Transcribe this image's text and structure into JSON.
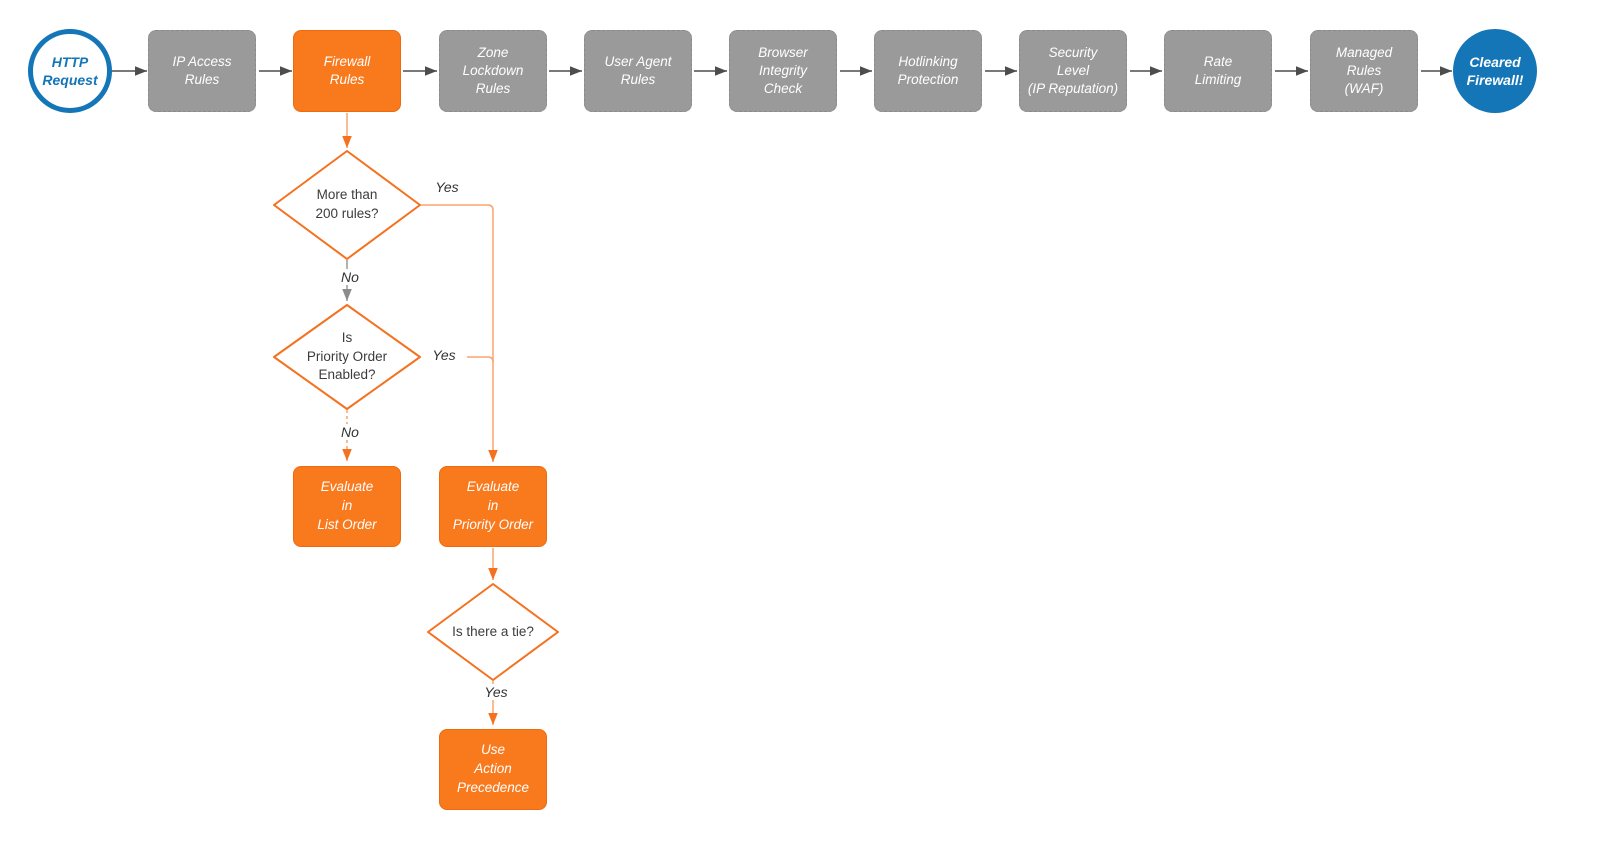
{
  "colors": {
    "accent_orange": "#F9791D",
    "step_gray": "#9A9A9B",
    "brand_blue": "#1476B7",
    "arrow_dark": "#4D4D4D",
    "connector_orange": "#F9A36E",
    "connector_gray": "#999999",
    "diamond_stroke": "#F4711F"
  },
  "flow": {
    "start": {
      "label": "HTTP\nRequest"
    },
    "steps": [
      {
        "label": "IP Access\nRules",
        "highlighted": false
      },
      {
        "label": "Firewall\nRules",
        "highlighted": true
      },
      {
        "label": "Zone\nLockdown\nRules",
        "highlighted": false
      },
      {
        "label": "User Agent\nRules",
        "highlighted": false
      },
      {
        "label": "Browser\nIntegrity\nCheck",
        "highlighted": false
      },
      {
        "label": "Hotlinking\nProtection",
        "highlighted": false
      },
      {
        "label": "Security\nLevel\n(IP Reputation)",
        "highlighted": false
      },
      {
        "label": "Rate\nLimiting",
        "highlighted": false
      },
      {
        "label": "Managed\nRules\n(WAF)",
        "highlighted": false
      }
    ],
    "end": {
      "label": "Cleared\nFirewall!"
    },
    "decisions": [
      {
        "label": "More than\n200 rules?",
        "yes": "Yes",
        "no": "No"
      },
      {
        "label": "Is\nPriority Order\nEnabled?",
        "yes": "Yes",
        "no": "No"
      },
      {
        "label": "Is there a tie?",
        "yes": "Yes"
      }
    ],
    "actions": [
      {
        "label": "Evaluate\nin\nList Order"
      },
      {
        "label": "Evaluate\nin\nPriority Order"
      },
      {
        "label": "Use\nAction\nPrecedence"
      }
    ]
  }
}
